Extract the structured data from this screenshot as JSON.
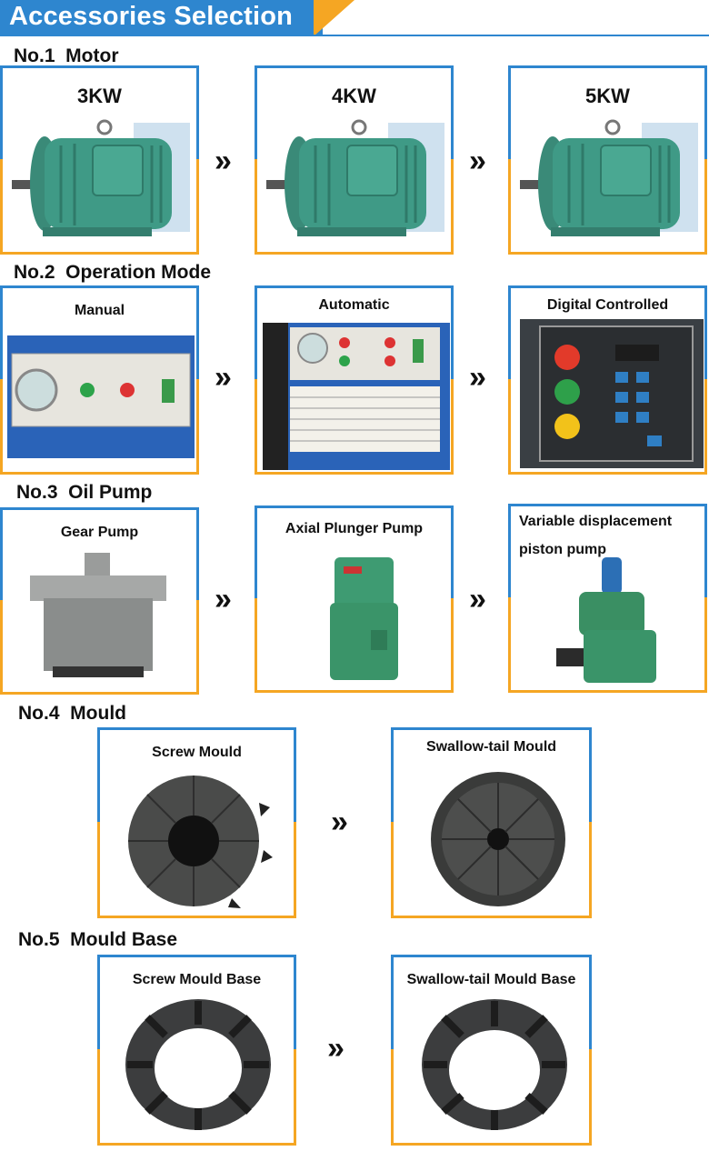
{
  "header": {
    "title": "Accessories Selection"
  },
  "arrow_glyph": "»",
  "sections": {
    "motor": {
      "title": "No.1  Motor",
      "items": [
        "3KW",
        "4KW",
        "5KW"
      ]
    },
    "operation": {
      "title": "No.2  Operation Mode",
      "items": [
        "Manual",
        "Automatic",
        "Digital Controlled"
      ]
    },
    "pump": {
      "title": "No.3  Oil Pump",
      "items": [
        "Gear Pump",
        "Axial Plunger Pump",
        "Variable displacement piston pump"
      ]
    },
    "mould": {
      "title": "No.4  Mould",
      "items": [
        "Screw Mould",
        "Swallow-tail Mould"
      ]
    },
    "mould_base": {
      "title": "No.5  Mould Base",
      "items": [
        "Screw Mould Base",
        "Swallow-tail Mould Base"
      ]
    }
  },
  "colors": {
    "blue": "#2e86cf",
    "orange": "#f5a623",
    "motor_green": "#3f9a86",
    "panel_blue": "#2a63b8",
    "metal_gray": "#8a8d8c",
    "dark_steel": "#3a3b3d"
  },
  "icons": [
    "motor-photo",
    "control-panel-photo",
    "gear-pump-photo",
    "plunger-pump-photo",
    "mould-photo",
    "mould-base-photo",
    "double-chevron-icon"
  ]
}
